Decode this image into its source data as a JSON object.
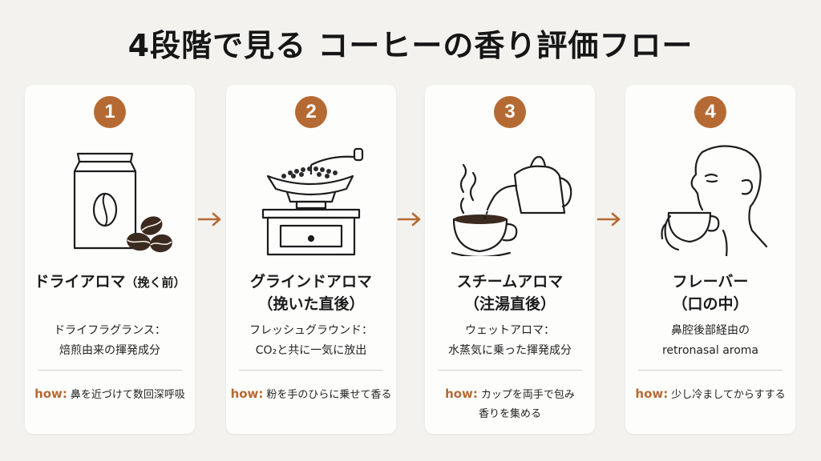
{
  "title": "4段階で見る コーヒーの香り評価フロー",
  "accent_color": "#b66a33",
  "steps": [
    {
      "number": "1",
      "heading_line1": "ドライアロマ",
      "heading_small": "（挽く前）",
      "heading_line2": "",
      "desc_line1": "ドライフラグランス：",
      "desc_line2": "焙煎由来の揮発成分",
      "how_label": "how:",
      "how_line1": "鼻を近づけて数回深呼吸",
      "how_line2": "",
      "icon": "coffee-bag-and-beans"
    },
    {
      "number": "2",
      "heading_line1": "グラインドアロマ",
      "heading_small": "",
      "heading_line2": "（挽いた直後）",
      "desc_line1": "フレッシュグラウンド：",
      "desc_line2": "CO₂と共に一気に放出",
      "how_label": "how:",
      "how_line1": "粉を手のひらに乗せて香る",
      "how_line2": "",
      "icon": "coffee-grinder"
    },
    {
      "number": "3",
      "heading_line1": "スチームアロマ",
      "heading_small": "",
      "heading_line2": "（注湯直後）",
      "desc_line1": "ウェットアロマ：",
      "desc_line2": "水蒸気に乗った揮発成分",
      "how_label": "how:",
      "how_line1": "カップを両手で包み",
      "how_line2": "香りを集める",
      "icon": "kettle-pouring-cup"
    },
    {
      "number": "4",
      "heading_line1": "フレーバー",
      "heading_small": "",
      "heading_line2": "（口の中）",
      "desc_line1": "鼻腔後部経由の",
      "desc_line2": "retronasal aroma",
      "how_label": "how:",
      "how_line1": "少し冷ましてからすする",
      "how_line2": "",
      "icon": "person-sipping"
    }
  ]
}
